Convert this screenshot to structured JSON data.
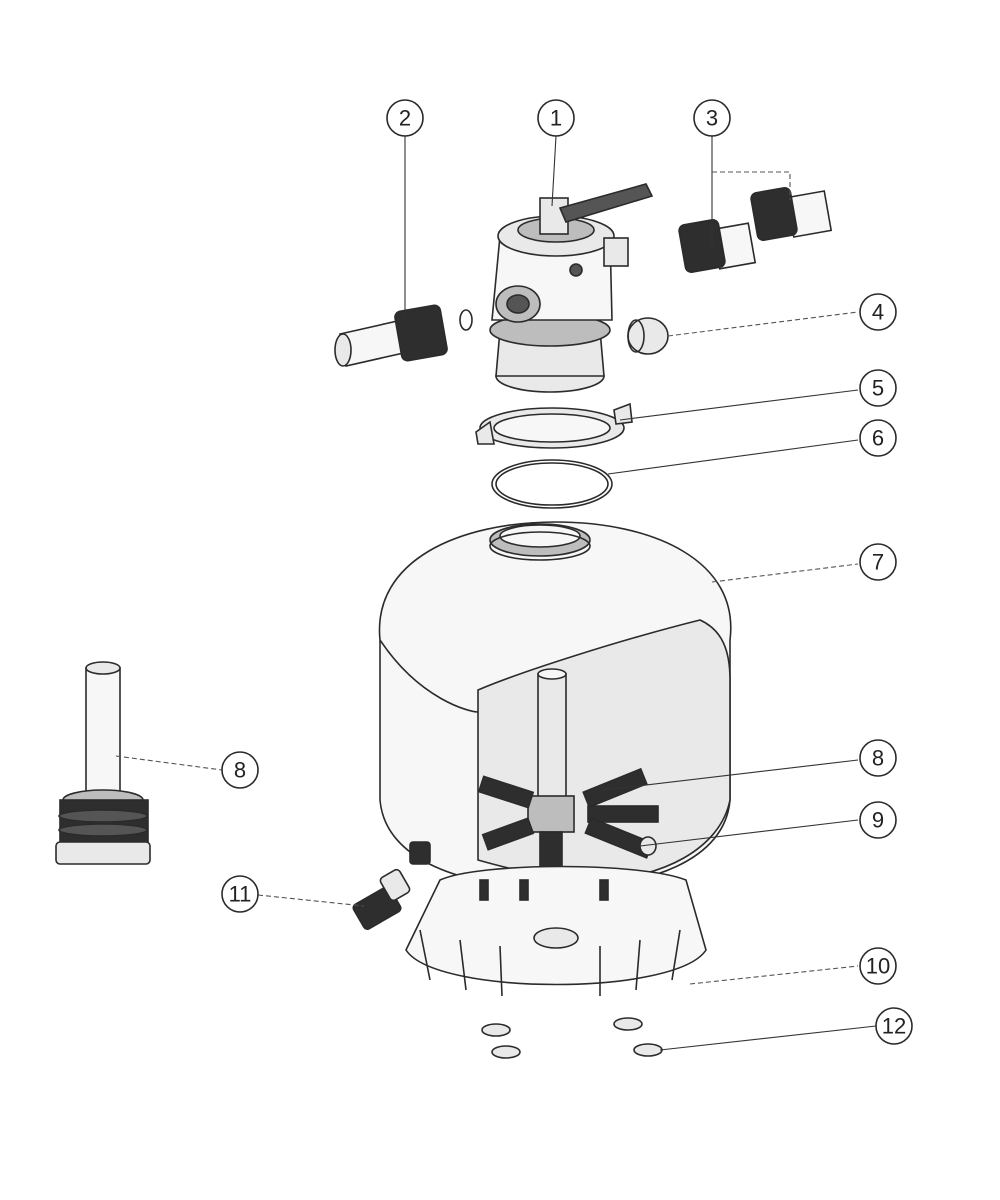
{
  "callouts": [
    {
      "id": "1",
      "label": "1"
    },
    {
      "id": "2",
      "label": "2"
    },
    {
      "id": "3",
      "label": "3"
    },
    {
      "id": "4",
      "label": "4"
    },
    {
      "id": "5",
      "label": "5"
    },
    {
      "id": "6",
      "label": "6"
    },
    {
      "id": "7",
      "label": "7"
    },
    {
      "id": "8",
      "label": "8"
    },
    {
      "id": "8b",
      "label": "8"
    },
    {
      "id": "9",
      "label": "9"
    },
    {
      "id": "10",
      "label": "10"
    },
    {
      "id": "11",
      "label": "11"
    },
    {
      "id": "12",
      "label": "12"
    }
  ]
}
